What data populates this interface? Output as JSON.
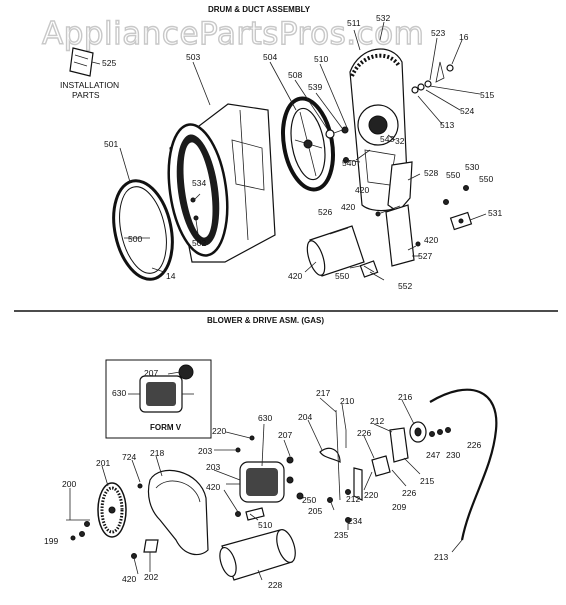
{
  "watermark": "AppliancePartsPros.com",
  "sections": {
    "top_title": "DRUM & DUCT ASSEMBLY",
    "bottom_title": "BLOWER & DRIVE ASM. (GAS)",
    "inset_label": "FORM V",
    "installation_line1": "INSTALLATION",
    "installation_line2": "PARTS"
  },
  "top_labels": [
    "525",
    "503",
    "504",
    "508",
    "539",
    "510",
    "511",
    "532",
    "523",
    "16",
    "515",
    "524",
    "513",
    "32",
    "543",
    "540",
    "420",
    "528",
    "550",
    "530",
    "550",
    "531",
    "501",
    "534",
    "502",
    "500",
    "14",
    "420",
    "526",
    "420",
    "420",
    "550",
    "552",
    "527"
  ],
  "bottom_labels": [
    "207",
    "630",
    "630",
    "220",
    "203",
    "207",
    "217",
    "210",
    "204",
    "212",
    "226",
    "216",
    "226",
    "247",
    "230",
    "724",
    "218",
    "201",
    "200",
    "203",
    "420",
    "250",
    "220",
    "226",
    "209",
    "215",
    "199",
    "420",
    "202",
    "510",
    "205",
    "234",
    "212",
    "235",
    "228",
    "213"
  ]
}
